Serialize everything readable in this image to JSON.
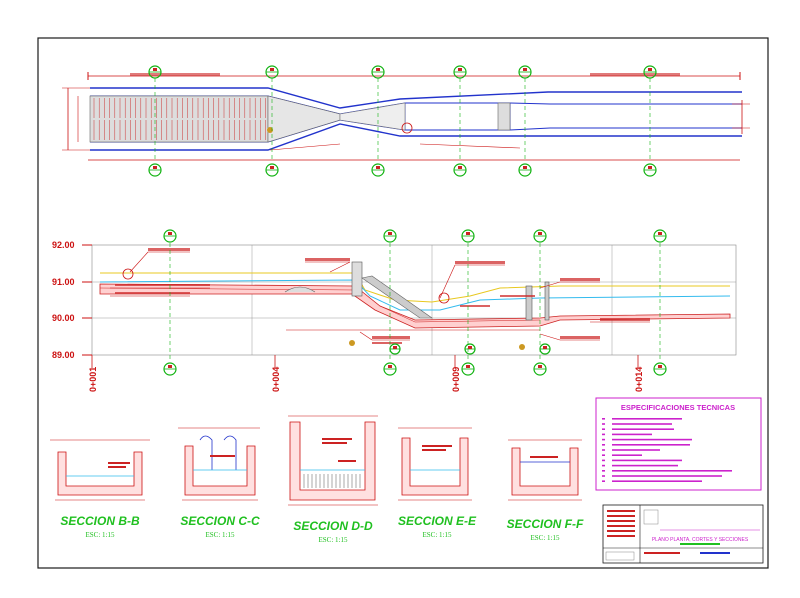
{
  "profile": {
    "elevations": [
      "92.00",
      "91.00",
      "90.00",
      "89.00"
    ],
    "chainages": [
      "0+001",
      "0+004",
      "0+009",
      "0+014"
    ]
  },
  "sections": [
    {
      "id": "B-B",
      "title": "SECCION B-B",
      "scale": "ESC: 1:15"
    },
    {
      "id": "C-C",
      "title": "SECCION C-C",
      "scale": "ESC: 1:15"
    },
    {
      "id": "D-D",
      "title": "SECCION D-D",
      "scale": "ESC: 1:15"
    },
    {
      "id": "E-E",
      "title": "SECCION E-E",
      "scale": "ESC: 1:15"
    },
    {
      "id": "F-F",
      "title": "SECCION F-F",
      "scale": "ESC: 1:15"
    }
  ],
  "specs": {
    "title": "ESPECIFICACIONES TECNICAS"
  },
  "titleblock": {
    "title": "PLANO PLANTA, CORTES Y SECCIONES"
  },
  "colors": {
    "frame": "#1a1a1a",
    "channel": "#2233cc",
    "markers": "#12b312",
    "dims": "#cc1111",
    "sections": "#20c020",
    "magenta": "#cc22cc",
    "concrete": "#ff6666",
    "water": "#33bbee"
  }
}
